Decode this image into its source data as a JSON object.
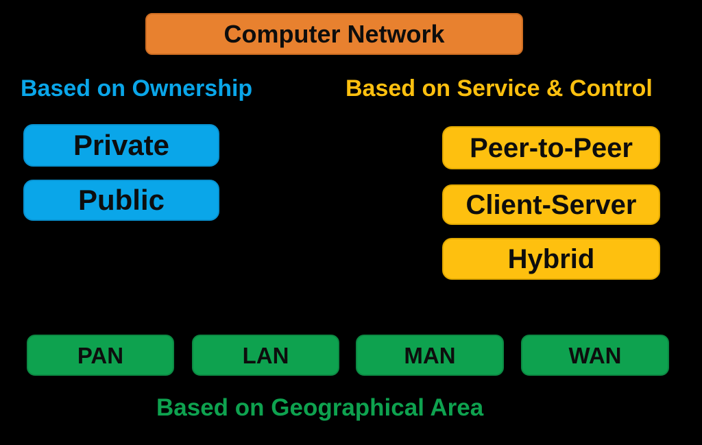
{
  "title": {
    "label": "Computer Network"
  },
  "colors": {
    "background": "#000000",
    "title_box": "#E8812F",
    "ownership": "#0AA6E9",
    "service_control": "#FEC00F",
    "geographical": "#0EA24F",
    "box_text": "#0D0D0D"
  },
  "sections": {
    "ownership": {
      "heading": "Based on Ownership",
      "items": [
        {
          "label": "Private"
        },
        {
          "label": "Public"
        }
      ]
    },
    "service_control": {
      "heading": "Based on Service & Control",
      "items": [
        {
          "label": "Peer-to-Peer"
        },
        {
          "label": "Client-Server"
        },
        {
          "label": "Hybrid"
        }
      ]
    },
    "geographical": {
      "heading": "Based on Geographical Area",
      "items": [
        {
          "label": "PAN"
        },
        {
          "label": "LAN"
        },
        {
          "label": "MAN"
        },
        {
          "label": "WAN"
        }
      ]
    }
  }
}
